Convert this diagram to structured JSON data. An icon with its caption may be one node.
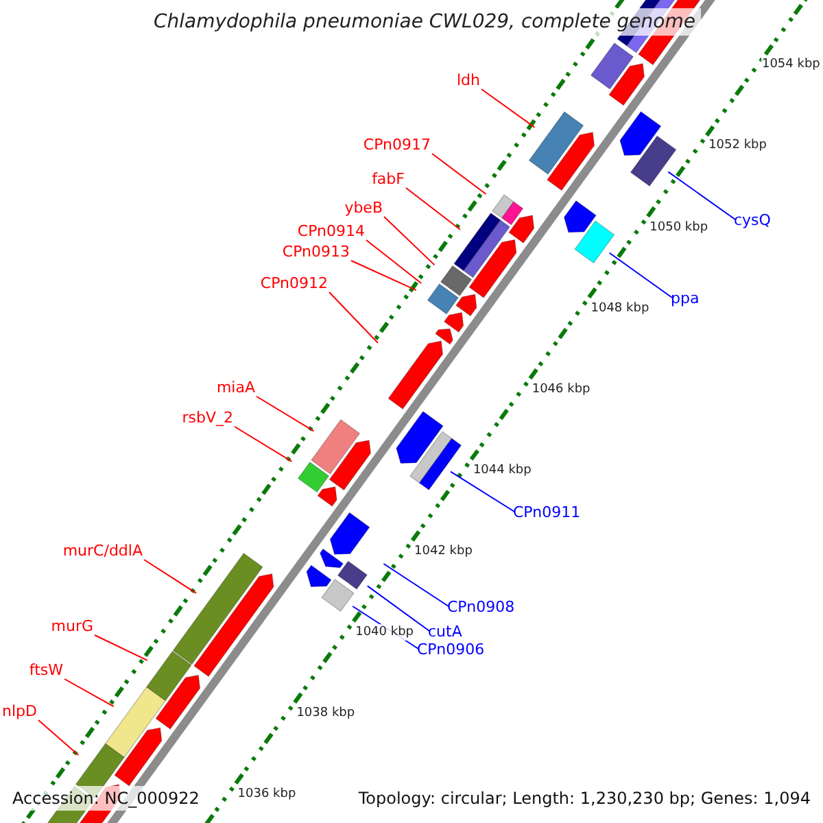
{
  "diagram": {
    "title": "Chlamydophila pneumoniae CWL029, complete genome",
    "nodes": [
      {
        "text": [
          "ldh"
        ]
      },
      {
        "text": [
          "CPn0917"
        ]
      },
      {
        "text": [
          "fabF"
        ]
      },
      {
        "text": [
          "ybeB"
        ]
      },
      {
        "text": [
          "CPn0914"
        ]
      },
      {
        "text": [
          "CPn0913"
        ]
      },
      {
        "text": [
          "CPn0912"
        ]
      },
      {
        "text": [
          "miaA"
        ]
      },
      {
        "text": [
          "rsbV_2"
        ]
      },
      {
        "text": [
          "murC/ddlA"
        ]
      },
      {
        "text": [
          "murG"
        ]
      },
      {
        "text": [
          "ftsW"
        ]
      },
      {
        "text": [
          "nlpD"
        ]
      },
      {
        "text": [
          "cysQ"
        ]
      },
      {
        "text": [
          "ppa"
        ]
      },
      {
        "text": [
          "CPn0911"
        ]
      },
      {
        "text": [
          "CPn0908"
        ]
      },
      {
        "text": [
          "cutA"
        ]
      },
      {
        "text": [
          "CPn0906"
        ]
      }
    ],
    "edges": [
      {
        "from": 0,
        "to": null,
        "arrow": "none"
      },
      {
        "from": 1,
        "to": null,
        "arrow": "none"
      },
      {
        "from": 2,
        "to": null,
        "arrow": "none"
      },
      {
        "from": 3,
        "to": null,
        "arrow": "none"
      },
      {
        "from": 4,
        "to": null,
        "arrow": "none"
      },
      {
        "from": 5,
        "to": null,
        "arrow": "none"
      },
      {
        "from": 6,
        "to": null,
        "arrow": "none"
      },
      {
        "from": 7,
        "to": null,
        "arrow": "none"
      },
      {
        "from": 8,
        "to": null,
        "arrow": "none"
      },
      {
        "from": 9,
        "to": null,
        "arrow": "none"
      },
      {
        "from": 10,
        "to": null,
        "arrow": "none"
      },
      {
        "from": 11,
        "to": null,
        "arrow": "none"
      },
      {
        "from": 12,
        "to": null,
        "arrow": "none"
      },
      {
        "from": 13,
        "to": null,
        "arrow": "none",
        "color": "#0000ff"
      },
      {
        "from": 14,
        "to": null,
        "arrow": "none",
        "color": "#0000ff"
      },
      {
        "from": 15,
        "to": null,
        "arrow": "none",
        "color": "#0000ff"
      },
      {
        "from": 16,
        "to": null,
        "arrow": "none",
        "color": "#0000ff"
      },
      {
        "from": 17,
        "to": null,
        "arrow": "none",
        "color": "#0000ff"
      },
      {
        "from": 18,
        "to": null,
        "arrow": "none",
        "color": "#0000ff"
      }
    ],
    "labels": [
      "1054 kbp",
      "1052 kbp",
      "1050 kbp",
      "1048 kbp",
      "1046 kbp",
      "1044 kbp",
      "1042 kbp",
      "1040 kbp",
      "1038 kbp",
      "1036 kbp",
      "Accession: NC_000922",
      "Topology: circular; Length: 1,230,230 bp; Genes: 1,094"
    ]
  }
}
